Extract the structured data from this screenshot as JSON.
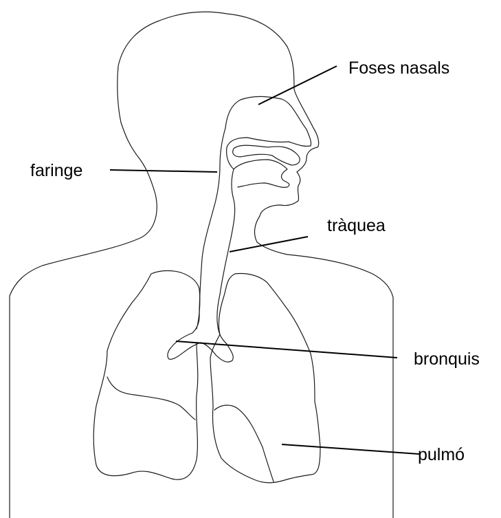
{
  "labels": {
    "nasal": "Foses nasals",
    "pharynx": "faringe",
    "trachea": "tràquea",
    "bronchi": "bronquis",
    "lung": "pulmó"
  },
  "colors": {
    "outline": "#1a1a1a",
    "background": "#ffffff",
    "text": "#000000"
  }
}
